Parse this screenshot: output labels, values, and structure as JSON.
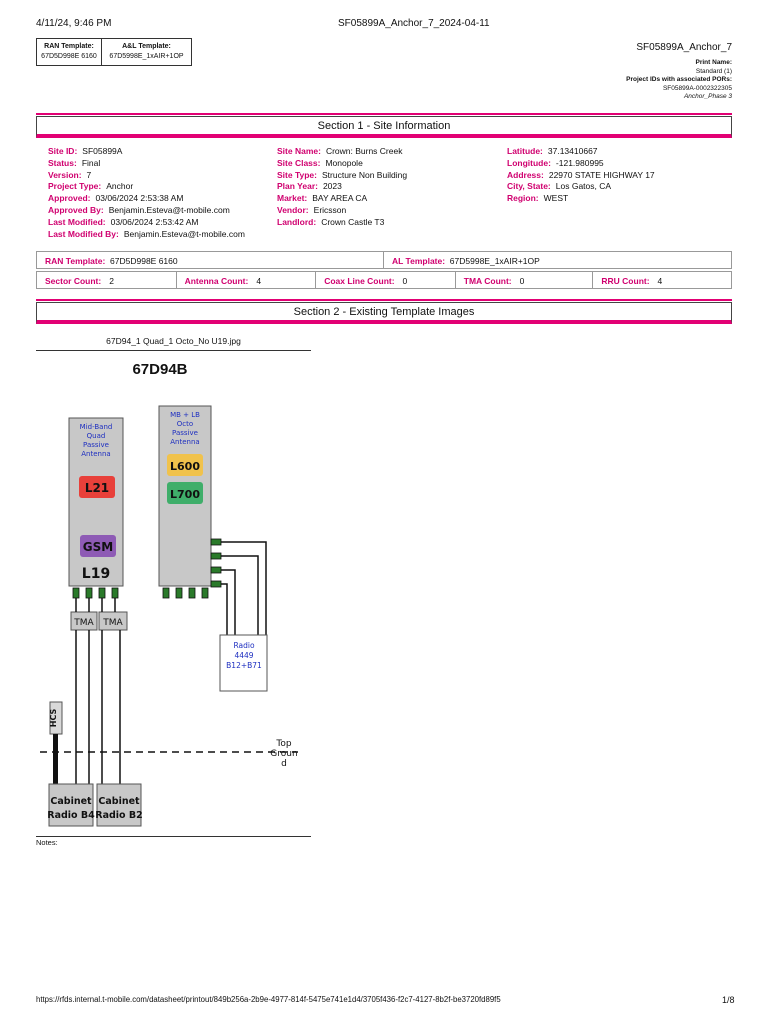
{
  "header": {
    "datetime": "4/11/24, 9:46 PM",
    "doc_title": "SF05899A_Anchor_7_2024-04-11"
  },
  "templates": {
    "ran_label": "RAN Template:",
    "ran_value": "67D5D998E 6160",
    "al_label": "A&L Template:",
    "al_value": "67D5998E_1xAIR+1OP"
  },
  "right": {
    "name": "SF05899A_Anchor_7",
    "print_name_label": "Print Name:",
    "print_name": "Standard (1)",
    "project_ids_label": "Project IDs with associated PORs:",
    "project_id": "SF05899A-0002322305",
    "phase": "Anchor_Phase 3"
  },
  "section1": {
    "title": "Section 1 - Site Information",
    "col1": [
      {
        "label": "Site ID:",
        "value": "SF05899A"
      },
      {
        "label": "Status:",
        "value": "Final"
      },
      {
        "label": "Version:",
        "value": "7"
      },
      {
        "label": "Project Type:",
        "value": "Anchor"
      },
      {
        "label": "Approved:",
        "value": "03/06/2024 2:53:38 AM"
      },
      {
        "label": "Approved By:",
        "value": "Benjamin.Esteva@t-mobile.com"
      },
      {
        "label": "Last Modified:",
        "value": "03/06/2024 2:53:42 AM"
      },
      {
        "label": "Last Modified By:",
        "value": "Benjamin.Esteva@t-mobile.com"
      }
    ],
    "col2": [
      {
        "label": "Site Name:",
        "value": "Crown: Burns Creek"
      },
      {
        "label": "Site Class:",
        "value": "Monopole"
      },
      {
        "label": "Site Type:",
        "value": "Structure Non Building"
      },
      {
        "label": "Plan Year:",
        "value": "2023"
      },
      {
        "label": "Market:",
        "value": "BAY AREA CA"
      },
      {
        "label": "Vendor:",
        "value": "Ericsson"
      },
      {
        "label": "Landlord:",
        "value": "Crown Castle T3"
      }
    ],
    "col3": [
      {
        "label": "Latitude:",
        "value": "37.13410667"
      },
      {
        "label": "Longitude:",
        "value": "-121.980995"
      },
      {
        "label": "Address:",
        "value": "22970 STATE HIGHWAY 17"
      },
      {
        "label": "City, State:",
        "value": "Los Gatos, CA"
      },
      {
        "label": "Region:",
        "value": "WEST"
      }
    ],
    "ran_template_label": "RAN Template:",
    "ran_template_value": "67D5D998E 6160",
    "al_template_label": "AL Template:",
    "al_template_value": "67D5998E_1xAIR+1OP",
    "counts": [
      {
        "label": "Sector Count:",
        "value": "2"
      },
      {
        "label": "Antenna Count:",
        "value": "4"
      },
      {
        "label": "Coax Line Count:",
        "value": "0"
      },
      {
        "label": "TMA Count:",
        "value": "0"
      },
      {
        "label": "RRU Count:",
        "value": "4"
      }
    ]
  },
  "section2": {
    "title": "Section 2 - Existing Template Images",
    "image_caption": "67D94_1 Quad_1 Octo_No U19.jpg",
    "diagram_title": "67D94B",
    "quad_antenna_label": "Mid-Band Quad Passive Antenna",
    "l21": "L21",
    "gsm": "GSM",
    "l19": "L19",
    "octo_antenna_label": "MB + LB Octo Passive Antenna",
    "l600": "L600",
    "l700": "L700",
    "tma1": "TMA",
    "tma2": "TMA",
    "radio_label": "Radio 4449 B12+B71",
    "hcs": "HCS",
    "top_ground": "Top Ground",
    "cabinet_b4": "Cabinet Radio B4",
    "cabinet_b2": "Cabinet Radio B2",
    "notes": "Notes:"
  },
  "footer": {
    "url": "https://rfds.internal.t-mobile.com/datasheet/printout/849b256a-2b9e-4977-814f-5475e741e1d4/3705f436-f2c7-4127-8b2f-be3720fd89f5",
    "page": "1/8"
  },
  "colors": {
    "magenta": "#e20074",
    "l21": "#e8403a",
    "gsm": "#8e5bb5",
    "l600": "#f0c24c",
    "l700": "#3fae6a",
    "antenna_gray": "#c8c8c8"
  }
}
